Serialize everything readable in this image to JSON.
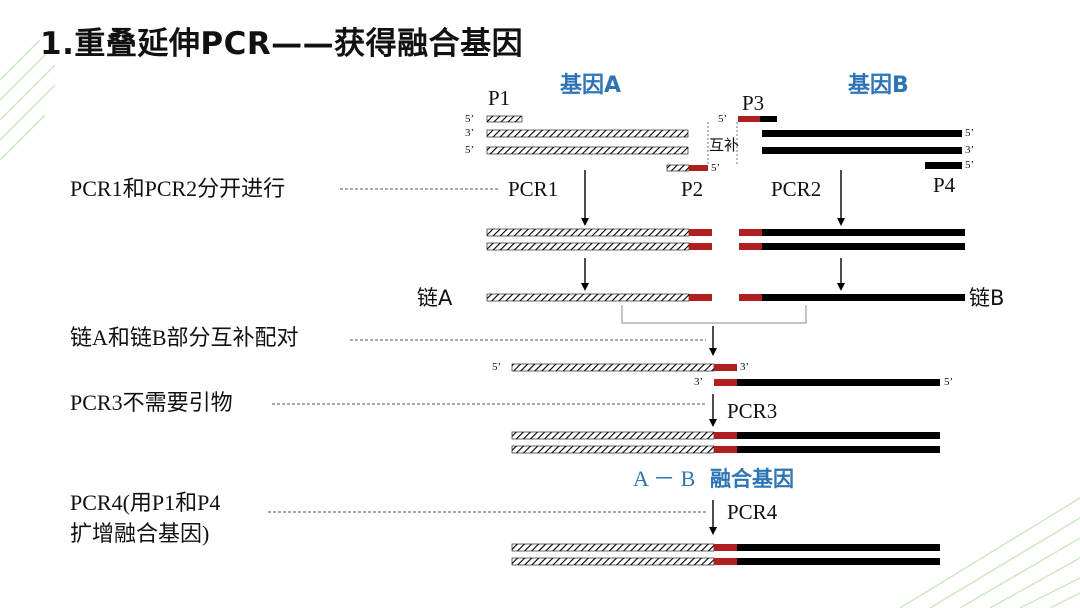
{
  "title": "1.重叠延伸PCR——获得融合基因",
  "gene_a_label": "基因A",
  "gene_b_label": "基因B",
  "primers": {
    "p1": "P1",
    "p2": "P2",
    "p3": "P3",
    "p4": "P4"
  },
  "complement_label": "互补",
  "prime5": "5’",
  "prime3": "3’",
  "pcr_labels": {
    "pcr1": "PCR1",
    "pcr2": "PCR2",
    "pcr3": "PCR3",
    "pcr4": "PCR4"
  },
  "chain_a_label": "链A",
  "chain_b_label": "链B",
  "fusion_label_ab": "A － B",
  "fusion_label_text": "融合基因",
  "notes": {
    "step1": "PCR1和PCR2分开进行",
    "step2": "链A和链B部分互补配对",
    "step3": "PCR3不需要引物",
    "step4_line1": "PCR4(用P1和P4",
    "step4_line2": "扩增融合基因)"
  },
  "colors": {
    "accent_blue": "#2e75b6",
    "overlap_red": "#b01f1f",
    "strand_black": "#000000",
    "stripe_green": "#cfe8c4"
  }
}
